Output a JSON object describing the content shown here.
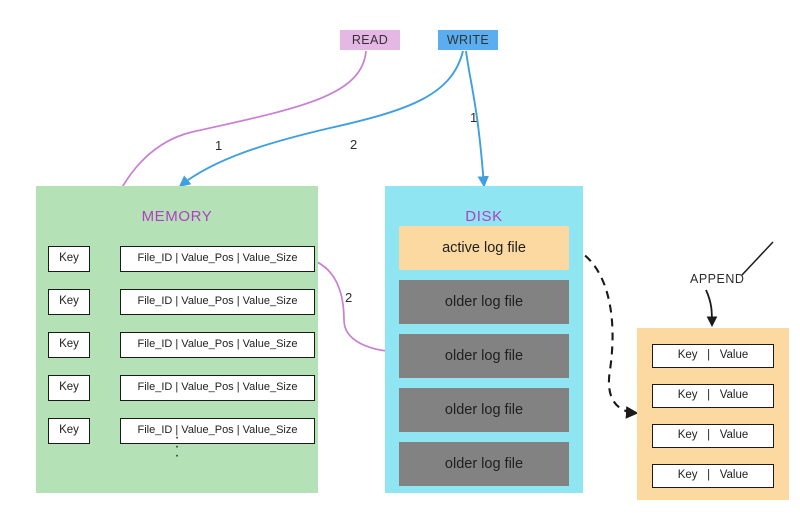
{
  "diagram": {
    "title": "Bitcask storage engine read/write flow",
    "colors": {
      "read_accent": "#c97fd4",
      "write_accent": "#3f9fe0",
      "memory_panel": "#b5e1b6",
      "disk_panel": "#8fe5f2",
      "append_panel": "#fbd9a0",
      "active_log": "#fbd9a0",
      "older_log": "#828282",
      "panel_title": "#b13fc4"
    }
  },
  "operations": {
    "read": {
      "label": "READ",
      "color": "#e4b7e4"
    },
    "write": {
      "label": "WRITE",
      "color": "#5aadee"
    }
  },
  "memory": {
    "title": "MEMORY",
    "rows": [
      {
        "key": "Key",
        "value": "File_ID  |  Value_Pos  |  Value_Size"
      },
      {
        "key": "Key",
        "value": "File_ID  |  Value_Pos  |  Value_Size"
      },
      {
        "key": "Key",
        "value": "File_ID  |  Value_Pos  |  Value_Size"
      },
      {
        "key": "Key",
        "value": "File_ID  |  Value_Pos  |  Value_Size"
      },
      {
        "key": "Key",
        "value": "File_ID  |  Value_Pos  |  Value_Size"
      }
    ],
    "ellipsis": "·"
  },
  "disk": {
    "title": "DISK",
    "files": [
      {
        "label": "active log file",
        "type": "active"
      },
      {
        "label": "older log file",
        "type": "older"
      },
      {
        "label": "older log file",
        "type": "older"
      },
      {
        "label": "older log file",
        "type": "older"
      },
      {
        "label": "older log file",
        "type": "older"
      }
    ]
  },
  "append": {
    "label": "APPEND",
    "records": [
      {
        "text": "Key   |   Value"
      },
      {
        "text": "Key   |   Value"
      },
      {
        "text": "Key   |   Value"
      },
      {
        "text": "Key   |   Value"
      }
    ]
  },
  "flow_labels": {
    "read_step_1": "1",
    "read_step_2": "2",
    "write_step_1": "1",
    "write_step_2": "2"
  }
}
